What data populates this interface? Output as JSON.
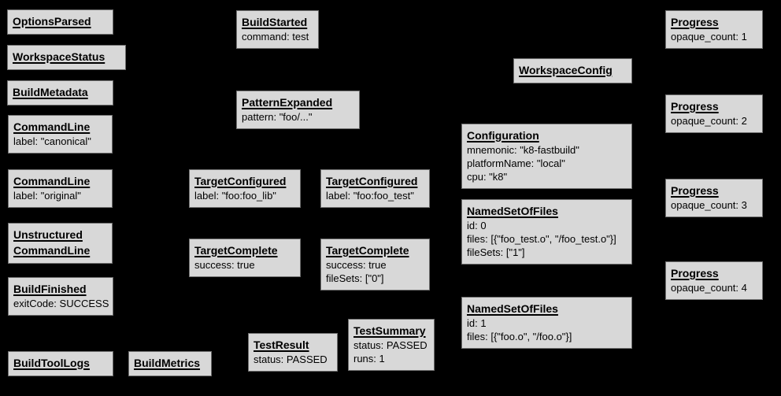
{
  "colors": {
    "background": "#000000",
    "node_fill": "#d8d8d8",
    "node_border": "#6f6f6f",
    "node_text": "#000000"
  },
  "boxes": [
    {
      "title": "OptionsParsed",
      "lines": []
    },
    {
      "title": "WorkspaceStatus",
      "lines": []
    },
    {
      "title": "BuildMetadata",
      "lines": []
    },
    {
      "title": "CommandLine",
      "lines": [
        "label: \"canonical\""
      ]
    },
    {
      "title": "CommandLine",
      "lines": [
        "label: \"original\""
      ]
    },
    {
      "title": "Unstructured",
      "title2": "CommandLine",
      "lines": []
    },
    {
      "title": "BuildFinished",
      "lines": [
        "exitCode: SUCCESS"
      ]
    },
    {
      "title": "BuildToolLogs",
      "lines": []
    },
    {
      "title": "BuildMetrics",
      "lines": []
    },
    {
      "title": "BuildStarted",
      "lines": [
        "command: test"
      ]
    },
    {
      "title": "PatternExpanded",
      "lines": [
        "pattern: \"foo/...\""
      ]
    },
    {
      "title": "TargetConfigured",
      "lines": [
        "label: \"foo:foo_lib\""
      ]
    },
    {
      "title": "TargetConfigured",
      "lines": [
        "label: \"foo:foo_test\""
      ]
    },
    {
      "title": "TargetComplete",
      "lines": [
        "success: true"
      ]
    },
    {
      "title": "TargetComplete",
      "lines": [
        "success: true",
        "fileSets: [\"0\"]"
      ]
    },
    {
      "title": "TestResult",
      "lines": [
        "status: PASSED"
      ]
    },
    {
      "title": "TestSummary",
      "lines": [
        "status: PASSED",
        "runs: 1"
      ]
    },
    {
      "title": "WorkspaceConfig",
      "lines": []
    },
    {
      "title": "Configuration",
      "lines": [
        "mnemonic: \"k8-fastbuild\"",
        "platformName: \"local\"",
        "cpu: \"k8\""
      ]
    },
    {
      "title": "NamedSetOfFiles",
      "lines": [
        "id: 0",
        "files: [{\"foo_test.o\", \"/foo_test.o\"}]",
        "fileSets: [\"1\"]"
      ]
    },
    {
      "title": "NamedSetOfFiles",
      "lines": [
        "id: 1",
        "files: [{\"foo.o\", \"/foo.o\"}]"
      ]
    },
    {
      "title": "Progress",
      "lines": [
        "opaque_count: 1"
      ]
    },
    {
      "title": "Progress",
      "lines": [
        "opaque_count: 2"
      ]
    },
    {
      "title": "Progress",
      "lines": [
        "opaque_count: 3"
      ]
    },
    {
      "title": "Progress",
      "lines": [
        "opaque_count: 4"
      ]
    }
  ]
}
